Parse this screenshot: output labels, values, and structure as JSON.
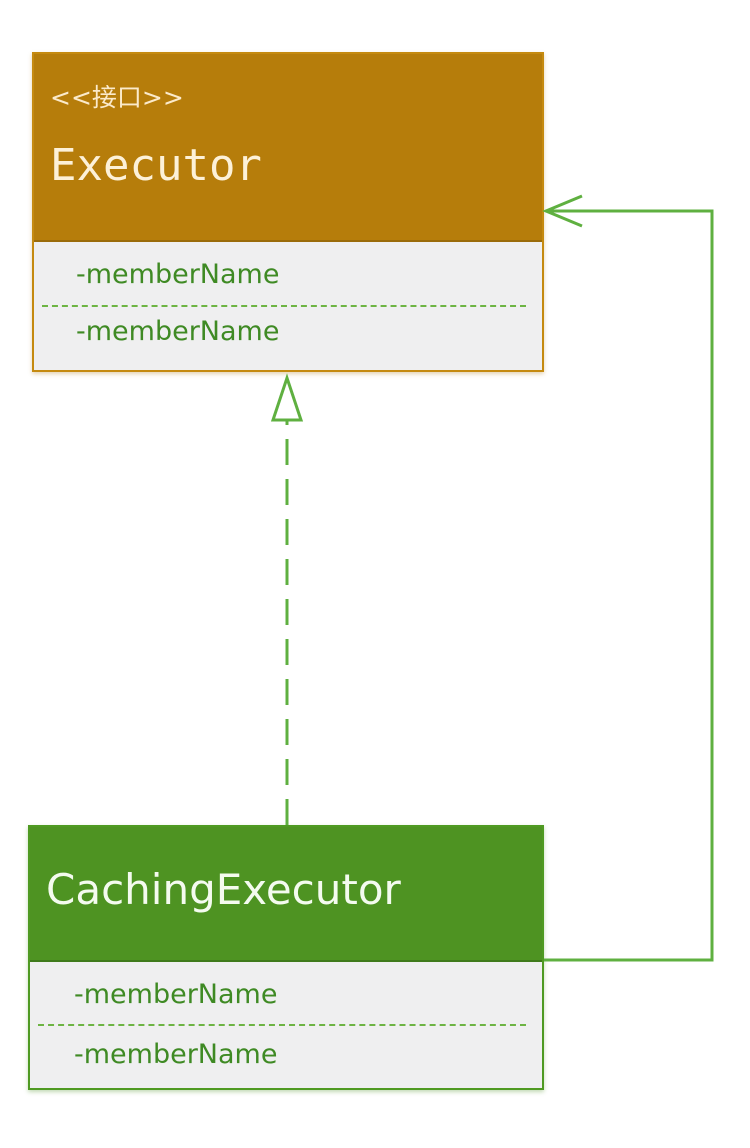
{
  "colors": {
    "interface_header": "#b67d0b",
    "interface_border": "#c58a10",
    "class_header": "#4e9322",
    "class_border": "#4f9a22",
    "member_text": "#3f8a24",
    "compartment_bg": "#efeff0",
    "connector": "#5fb040"
  },
  "executor": {
    "stereotype": "<<接口>>",
    "name": "Executor",
    "members": [
      "-memberName",
      "-memberName"
    ]
  },
  "caching_executor": {
    "name": "CachingExecutor",
    "members": [
      "-memberName",
      "-memberName"
    ]
  },
  "relations": [
    {
      "type": "realization",
      "from": "CachingExecutor",
      "to": "Executor"
    },
    {
      "type": "association",
      "from": "CachingExecutor",
      "to": "Executor"
    }
  ]
}
